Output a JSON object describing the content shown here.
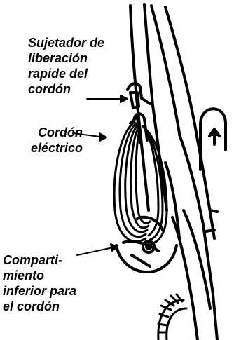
{
  "labels": {
    "release_clip": [
      "Sujetador de",
      "liberación",
      "rapide del",
      "cordón"
    ],
    "power_cord": [
      "Cordón",
      "eléctrico"
    ],
    "lower_cord_storage": [
      "Comparti-",
      "miento",
      "inferior para",
      "el cordón"
    ]
  },
  "colors": {
    "ink": "#000000",
    "paper": "#ffffff"
  }
}
